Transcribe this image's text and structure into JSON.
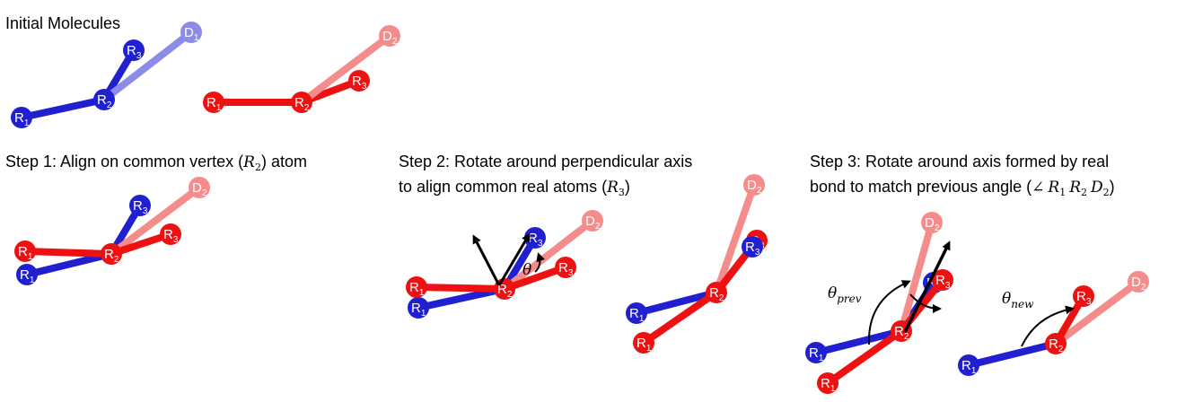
{
  "colors": {
    "blue": "#2020d0",
    "light_blue": "#8b8be8",
    "red": "#ee1111",
    "light_red": "#f58c8c",
    "arrow": "#000000"
  },
  "captions": {
    "initial": "Initial Molecules",
    "step1": {
      "text": "Step 1: Align on common vertex (",
      "math": "R",
      "sub": "2",
      "end": ") atom"
    },
    "step2": {
      "line1": "Step 2: Rotate around perpendicular axis",
      "line2": "to align common real atoms (",
      "math": "R",
      "sub": "3",
      "end": ")"
    },
    "step3": {
      "line1": "Step 3: Rotate around axis formed by real",
      "line2": "bond to match previous angle (",
      "angle": "∠",
      "terms": [
        {
          "math": "R",
          "sub": "1"
        },
        {
          "math": "R",
          "sub": "2"
        },
        {
          "math": "D",
          "sub": "2"
        }
      ],
      "end": ")"
    }
  },
  "atoms": {
    "R1": {
      "letter": "R",
      "sub": "1"
    },
    "R2": {
      "letter": "R",
      "sub": "2"
    },
    "R3": {
      "letter": "R",
      "sub": "3"
    },
    "D1": {
      "letter": "D",
      "sub": "1"
    },
    "D2": {
      "letter": "D",
      "sub": "2"
    }
  },
  "angle_labels": {
    "theta": {
      "symbol": "θ",
      "sub": ""
    },
    "theta_prev": {
      "symbol": "θ",
      "sub": "prev"
    },
    "theta_new": {
      "symbol": "θ",
      "sub": "new"
    }
  },
  "molecules": [
    {
      "id": "initial-blue",
      "bonds": [
        {
          "from": "R1",
          "to": "R2",
          "color": "blue"
        },
        {
          "from": "R2",
          "to": "R3",
          "color": "blue"
        },
        {
          "from": "R2",
          "to": "D1",
          "color": "light_blue"
        }
      ],
      "atoms": [
        {
          "name": "R1",
          "color": "blue"
        },
        {
          "name": "R2",
          "color": "blue"
        },
        {
          "name": "R3",
          "color": "blue"
        },
        {
          "name": "D1",
          "color": "light_blue"
        }
      ]
    },
    {
      "id": "initial-red",
      "bonds": [
        {
          "from": "R1",
          "to": "R2",
          "color": "red"
        },
        {
          "from": "R2",
          "to": "R3",
          "color": "red"
        },
        {
          "from": "R2",
          "to": "D2",
          "color": "light_red"
        }
      ],
      "atoms": [
        {
          "name": "R1",
          "color": "red"
        },
        {
          "name": "R2",
          "color": "red"
        },
        {
          "name": "R3",
          "color": "red"
        },
        {
          "name": "D2",
          "color": "light_red"
        }
      ]
    }
  ]
}
